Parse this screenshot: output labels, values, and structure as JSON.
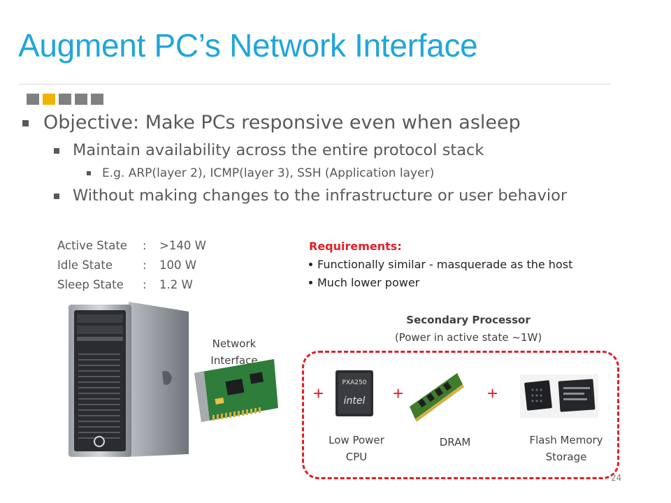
{
  "slide": {
    "title": "Augment PC’s Network Interface",
    "page_number": "24"
  },
  "bullets": {
    "objective": "Objective: Make PCs responsive even when asleep",
    "availability": "Maintain availability across the entire protocol stack",
    "example": "E.g. ARP(layer 2), ICMP(layer 3), SSH (Application layer)",
    "no_changes": "Without making changes to the infrastructure or user behavior"
  },
  "power_states": [
    {
      "name": "Active State",
      "sep": ":",
      "value": ">140 W"
    },
    {
      "name": "Idle State",
      "sep": ":",
      "value": "100 W"
    },
    {
      "name": "Sleep State",
      "sep": ":",
      "value": "1.2 W"
    }
  ],
  "requirements": {
    "heading": "Requirements:",
    "items": [
      "Functionally similar - masquerade as the host",
      "Much lower power"
    ]
  },
  "network_interface": {
    "label_line1": "Network",
    "label_line2": "Interface"
  },
  "secondary_processor": {
    "title": "Secondary Processor",
    "subtitle": "(Power in active state ~1W)",
    "plus": "+",
    "cpu_chip_text": "PXA250",
    "cpu_brand": "intel",
    "components": [
      {
        "line1": "Low Power",
        "line2": "CPU"
      },
      {
        "line1": "DRAM",
        "line2": ""
      },
      {
        "line1": "Flash Memory",
        "line2": "Storage"
      }
    ]
  },
  "colors": {
    "title_blue": "#1fa6dc",
    "accent_red": "#e0202a",
    "accent_yellow": "#f0b400"
  }
}
